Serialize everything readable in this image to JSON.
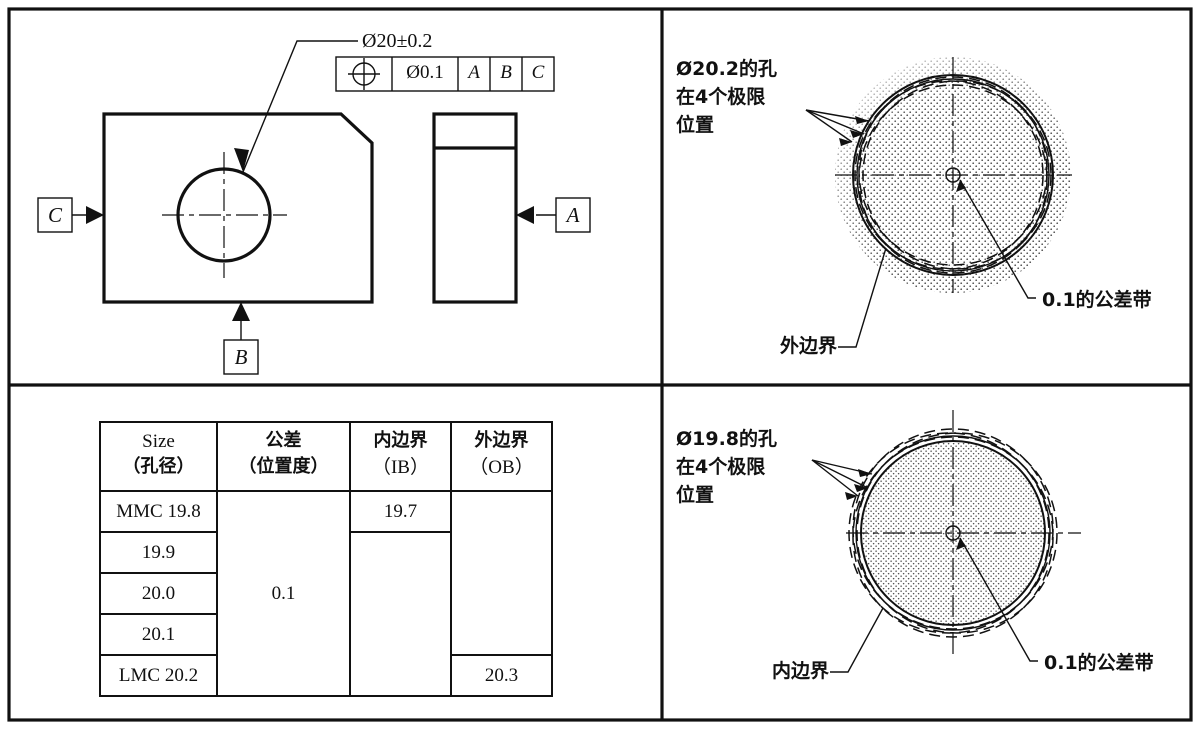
{
  "figure": {
    "title": "GD&T position tolerance boundary illustration",
    "panels": [
      "part-view",
      "tolerance-zone-mmc",
      "size-boundary-table",
      "tolerance-zone-lmc"
    ]
  },
  "part_view": {
    "dimension_callout": "Ø20±0.2",
    "feature_control_frame": {
      "symbol_name": "position-symbol",
      "tolerance": "Ø0.1",
      "datum_primary": "A",
      "datum_secondary": "B",
      "datum_tertiary": "C"
    },
    "datums": [
      {
        "label": "C",
        "position": "left"
      },
      {
        "label": "B",
        "position": "bottom"
      },
      {
        "label": "A",
        "position": "right"
      }
    ]
  },
  "zone_mmc": {
    "hole_note": "Ø20.2的孔\n在4个极限\n位置",
    "hole_note_lines": [
      "Ø20.2的孔",
      "在4个极限",
      "位置"
    ],
    "boundary_label": "外边界",
    "tolerance_zone_label": "0.1的公差带"
  },
  "zone_lmc": {
    "hole_note_lines": [
      "Ø19.8的孔",
      "在4个极限",
      "位置"
    ],
    "boundary_label": "内边界",
    "tolerance_zone_label": "0.1的公差带"
  },
  "table": {
    "headers": [
      {
        "line1": "Size",
        "line2": "（孔径）"
      },
      {
        "line1": "公差",
        "line2": "（位置度）"
      },
      {
        "line1": "内边界",
        "line2": "（IB）"
      },
      {
        "line1": "外边界",
        "line2": "（OB）"
      }
    ],
    "rows": [
      {
        "size": "MMC 19.8",
        "tolerance": "",
        "ib": "19.7",
        "ob": ""
      },
      {
        "size": "19.9",
        "tolerance": "",
        "ib": "",
        "ob": ""
      },
      {
        "size": "20.0",
        "tolerance": "0.1",
        "ib": "",
        "ob": ""
      },
      {
        "size": "20.1",
        "tolerance": "",
        "ib": "",
        "ob": ""
      },
      {
        "size": "LMC 20.2",
        "tolerance": "",
        "ib": "",
        "ob": "20.3"
      }
    ],
    "merged_tolerance_value": "0.1",
    "merged_ib_value": "19.7",
    "merged_ob_value": "20.3"
  },
  "colors": {
    "ink": "#111111",
    "paper": "#ffffff",
    "stipple": "#555555"
  }
}
